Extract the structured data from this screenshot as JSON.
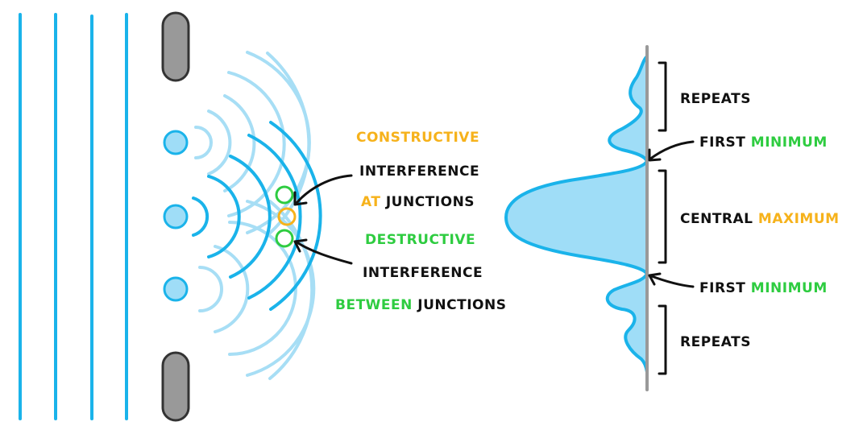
{
  "colors": {
    "wave_dark": "#1ab3ea",
    "wave_light": "#a7def5",
    "fill_blue": "#9fddf7",
    "barrier": "#999999",
    "constructive": "#f6b21b",
    "destructive": "#2ecc40",
    "text": "#111111"
  },
  "left": {
    "constructive": "CONSTRUCTIVE",
    "interference_1": "INTERFERENCE",
    "at": "AT",
    "junctions": "JUNCTIONS",
    "destructive": "DESTRUCTIVE",
    "interference_2": "INTERFERENCE",
    "between": "BETWEEN",
    "junctions_2": "JUNCTIONS"
  },
  "right": {
    "repeats_top": "REPEATS",
    "first_min_top_a": "FIRST",
    "first_min_top_b": "MINIMUM",
    "central_a": "CENTRAL",
    "central_b": "MAXIMUM",
    "first_min_bot_a": "FIRST",
    "first_min_bot_b": "MINIMUM",
    "repeats_bot": "REPEATS"
  }
}
